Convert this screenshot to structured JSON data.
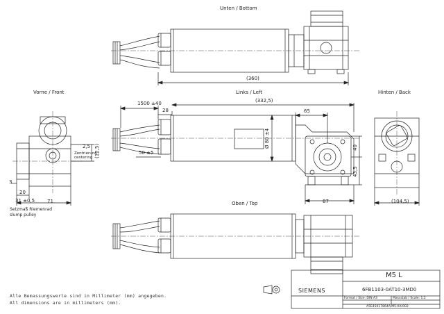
{
  "views": {
    "bottom": "Unten / Bottom",
    "left": "Links / Left",
    "front": "Vorne / Front",
    "back": "Hinten / Back",
    "top": "Oben / Top"
  },
  "dimensions": {
    "bottom_length": "(360)",
    "cable_length": "1500 ±40",
    "d28": "28",
    "left_length": "(332,5)",
    "d65": "65",
    "d50": "50 ±5",
    "diameter": "Ø 80 ±4",
    "d40": "40",
    "d43_5": "43,5",
    "d87": "87",
    "front_2_5": "2,5",
    "front_12_5": "(12,5)",
    "centering": "Zentrierung\ncentering",
    "front_3": "3",
    "front_20": "20",
    "front_31": "31 ±0,5",
    "front_71": "71",
    "back_104_5": "(104,5)"
  },
  "pulley_note": "Setzmaß Riemenrad\nslump pulley",
  "notes": {
    "line1": "Alle Bemassungswerte sind in Millimeter (mm) angegeben.",
    "line2": "All dimensions are in millimeters (mm)."
  },
  "title_block": {
    "title": "M5 L",
    "company": "SIEMENS",
    "part_number": "6FB1103-0AT10-3MD0",
    "format": "Format / Size: DIN A3",
    "scale": "Massstab / Scale: 1:2",
    "drawing_no": "A5E45017864A/M5-XX/002"
  },
  "colors": {
    "line": "#222222",
    "paper": "#ffffff"
  }
}
